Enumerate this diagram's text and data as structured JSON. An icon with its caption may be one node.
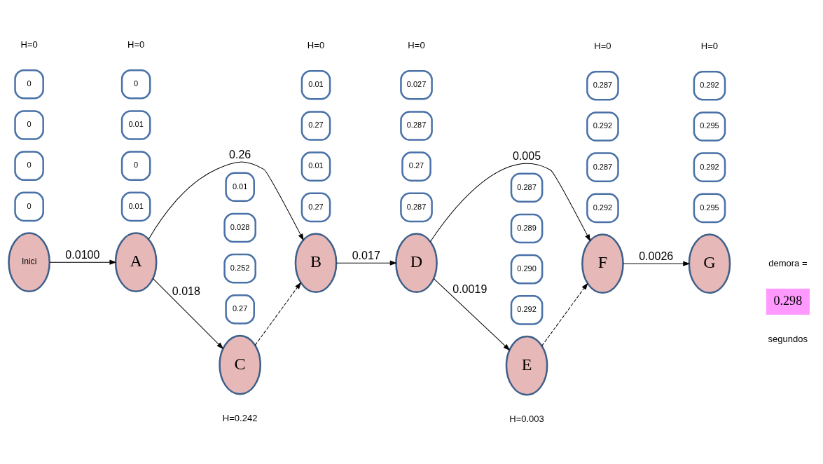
{
  "diagram": {
    "nodes": [
      {
        "text": [
          "Inici"
        ]
      },
      {
        "text": [
          "A"
        ]
      },
      {
        "text": [
          "B"
        ]
      },
      {
        "text": [
          "D"
        ]
      },
      {
        "text": [
          "F"
        ]
      },
      {
        "text": [
          "G"
        ]
      },
      {
        "text": [
          "C"
        ]
      },
      {
        "text": [
          "E"
        ]
      },
      {
        "text": [
          "0.298"
        ]
      },
      {
        "text": [
          "0"
        ]
      },
      {
        "text": [
          "0"
        ]
      },
      {
        "text": [
          "0"
        ]
      },
      {
        "text": [
          "0"
        ]
      },
      {
        "text": [
          "0"
        ]
      },
      {
        "text": [
          "0.01"
        ]
      },
      {
        "text": [
          "0"
        ]
      },
      {
        "text": [
          "0.01"
        ]
      },
      {
        "text": [
          "0.01"
        ]
      },
      {
        "text": [
          "0.27"
        ]
      },
      {
        "text": [
          "0.01"
        ]
      },
      {
        "text": [
          "0.27"
        ]
      },
      {
        "text": [
          "0.027"
        ]
      },
      {
        "text": [
          "0.287"
        ]
      },
      {
        "text": [
          "0.27"
        ]
      },
      {
        "text": [
          "0.287"
        ]
      },
      {
        "text": [
          "0.287"
        ]
      },
      {
        "text": [
          "0.292"
        ]
      },
      {
        "text": [
          "0.287"
        ]
      },
      {
        "text": [
          "0.292"
        ]
      },
      {
        "text": [
          "0.292"
        ]
      },
      {
        "text": [
          "0.295"
        ]
      },
      {
        "text": [
          "0.292"
        ]
      },
      {
        "text": [
          "0.295"
        ]
      },
      {
        "text": [
          "0.01"
        ]
      },
      {
        "text": [
          "0.028"
        ]
      },
      {
        "text": [
          "0.252"
        ]
      },
      {
        "text": [
          "0.27"
        ]
      },
      {
        "text": [
          "0.287"
        ]
      },
      {
        "text": [
          "0.289"
        ]
      },
      {
        "text": [
          "0.290"
        ]
      },
      {
        "text": [
          "0.292"
        ]
      }
    ],
    "edges": [
      {
        "from": 0,
        "to": 1,
        "arrow": "to",
        "label": "0.0100"
      },
      {
        "from": 1,
        "to": 2,
        "arrow": "to",
        "label": "0.26"
      },
      {
        "from": 2,
        "to": 3,
        "arrow": "to",
        "label": "0.017"
      },
      {
        "from": 3,
        "to": 4,
        "arrow": "to",
        "label": "0.005"
      },
      {
        "from": 4,
        "to": 5,
        "arrow": "to",
        "label": "0.0026"
      },
      {
        "from": 1,
        "to": 6,
        "arrow": "to",
        "label": "0.018"
      },
      {
        "from": 6,
        "to": 2,
        "arrow": "to",
        "style": "dashed"
      },
      {
        "from": 3,
        "to": 7,
        "arrow": "to",
        "label": "0.0019"
      },
      {
        "from": 7,
        "to": 4,
        "arrow": "to",
        "style": "dashed"
      }
    ],
    "labels": [
      "H=0",
      "H=0",
      "H=0",
      "H=0",
      "H=0",
      "H=0",
      "demora =",
      "segundos",
      "H=0.242",
      "H=0.003"
    ]
  }
}
